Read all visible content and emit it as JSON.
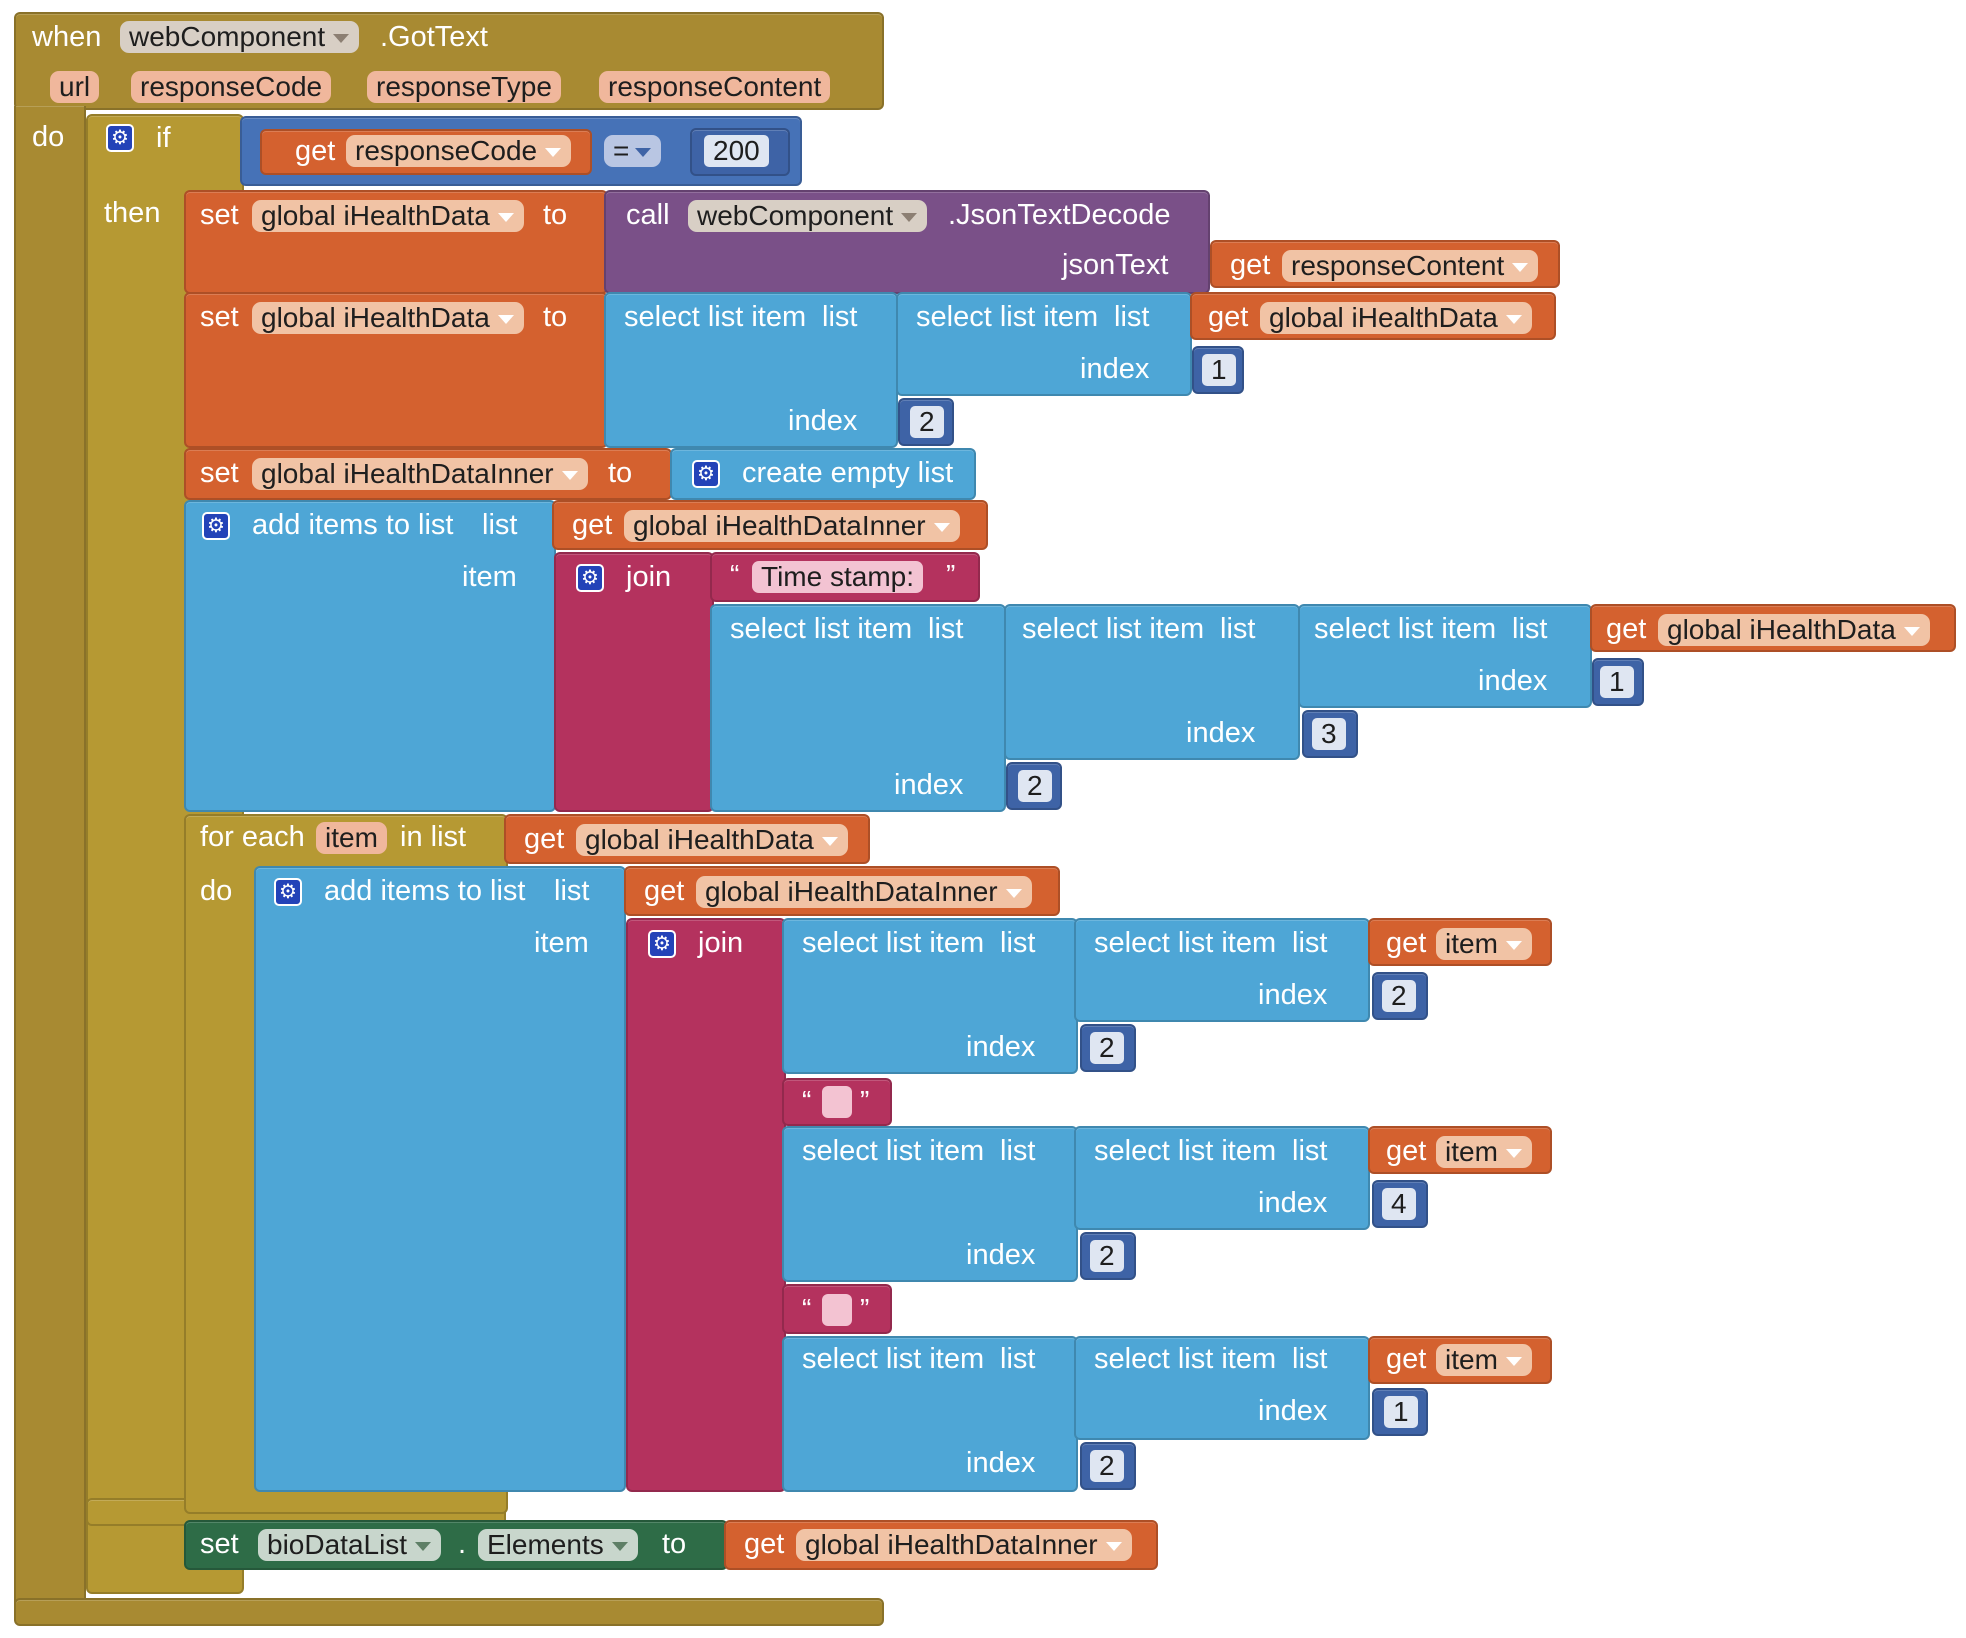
{
  "event": {
    "when": "when",
    "component": "webComponent",
    "event": ".GotText",
    "params": [
      "url",
      "responseCode",
      "responseType",
      "responseContent"
    ],
    "do": "do"
  },
  "if_block": {
    "if": "if",
    "then": "then",
    "get": "get",
    "var": "responseCode",
    "op": "=",
    "value": "200"
  },
  "set1": {
    "set": "set",
    "var": "global iHealthData",
    "to": "to",
    "call": "call",
    "component": "webComponent",
    "method": ".JsonTextDecode",
    "jsonText": "jsonText",
    "get": "get",
    "arg": "responseContent"
  },
  "set2": {
    "set": "set",
    "var": "global iHealthData",
    "to": "to",
    "select": "select list item",
    "list": "list",
    "index": "index",
    "get": "get",
    "arg": "global iHealthData",
    "inner_index": "1",
    "outer_index": "2"
  },
  "set3": {
    "set": "set",
    "var": "global iHealthDataInner",
    "to": "to",
    "create": "create empty list"
  },
  "add1": {
    "add": "add items to list",
    "list": "list",
    "item": "item",
    "get": "get",
    "var": "global iHealthDataInner",
    "join": "join",
    "text": "Time stamp:",
    "open_quote": "“",
    "close_quote": "”",
    "select": "select list item",
    "index": "index",
    "get2": "get",
    "arg": "global iHealthData",
    "idx_inner": "1",
    "idx_mid": "3",
    "idx_outer": "2"
  },
  "foreach": {
    "for_each": "for each",
    "item": "item",
    "in_list": "in list",
    "get": "get",
    "var": "global iHealthData",
    "do": "do"
  },
  "add2": {
    "add": "add items to list",
    "list": "list",
    "item": "item",
    "get": "get",
    "var": "global iHealthDataInner",
    "join": "join",
    "open_quote": "“",
    "close_quote": "”",
    "select": "select list item",
    "index": "index",
    "item_var": "item",
    "groups": [
      {
        "inner": "2",
        "outer": "2"
      },
      {
        "inner": "4",
        "outer": "2"
      },
      {
        "inner": "1",
        "outer": "2"
      }
    ]
  },
  "set_elements": {
    "set": "set",
    "component": "bioDataList",
    "dot": ".",
    "prop": "Elements",
    "to": "to",
    "get": "get",
    "var": "global iHealthDataInner"
  },
  "colors": {
    "event": "#a88a32",
    "control": "#b69933",
    "variables": "#d4612f",
    "lists": "#4ea6d6",
    "text": "#b4325e",
    "logic": "#4672b7",
    "math": "#3e63a6",
    "component_call": "#7a5088",
    "component_set": "#2e6c47"
  },
  "icons": [
    "gear-icon",
    "dropdown-arrow-icon"
  ]
}
